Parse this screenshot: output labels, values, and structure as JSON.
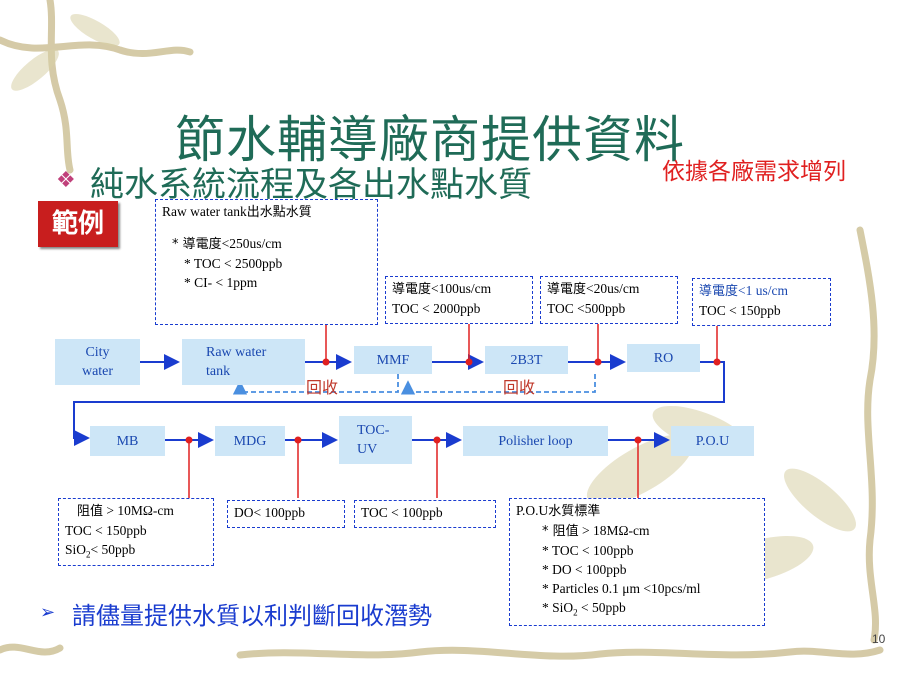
{
  "slide": {
    "title": "節水輔導廠商提供資料",
    "subtitle": "純水系統流程及各出水點水質",
    "note": "依據各廠需求增列",
    "example_label": "範例",
    "footer": "請儘量提供水質以利判斷回收潛勢",
    "page_number": "10"
  },
  "process": {
    "city_water": [
      "City",
      "water"
    ],
    "raw_water_tank": [
      "Raw water",
      "tank"
    ],
    "mmf": "MMF",
    "b2b3t": "2B3T",
    "ro": "RO",
    "mb": "MB",
    "mdg": "MDG",
    "toc_uv": [
      "TOC-",
      "UV"
    ],
    "polisher_loop": "Polisher loop",
    "pou": "P.O.U",
    "recycle_1": "回收",
    "recycle_2": "回收"
  },
  "specs": {
    "raw_tank": {
      "head_en": "Raw water tank",
      "head_cjk": "出水點水質",
      "line1_cjk": "* 導電度",
      "line1_en": "<250us/cm",
      "line2": "* TOC < 2500ppb",
      "line3": "* CI- < 1ppm"
    },
    "mmf": {
      "l1_cjk": "導電度",
      "l1_en": "<100us/cm",
      "l2": "TOC < 2000ppb"
    },
    "b2b3t": {
      "l1_cjk": "導電度",
      "l1_en": "<20us/cm",
      "l2": "TOC <500ppb"
    },
    "ro": {
      "l1_cjk": "導電度",
      "l1_en": "<1 us/cm",
      "l2": "TOC < 150ppb"
    },
    "mb": {
      "l1_cjk": "阻值",
      "l1_en": " > 10MΩ-cm",
      "l2": "TOC < 150ppb",
      "l3_a": "SiO",
      "l3_sub": "2",
      "l3_b": "< 50ppb"
    },
    "mdg": {
      "l1": "DO< 100ppb"
    },
    "tocuv": {
      "l1": "TOC < 100ppb"
    },
    "pou": {
      "head_en": "P.O.U",
      "head_cjk": "水質標準",
      "l1_cjk": "* 阻值",
      "l1_en": " > 18MΩ-cm",
      "l2": "* TOC < 100ppb",
      "l3": "* DO < 100ppb",
      "l4": "* Particles  0.1 μm <10pcs/ml",
      "l5_a": "* SiO",
      "l5_sub": "2",
      "l5_b": " < 50ppb"
    }
  },
  "colors": {
    "title": "#1f6b57",
    "note": "#e02020",
    "box_fill": "#cde6f7",
    "dash": "#1a3ccf",
    "flow": "#1a3ccf",
    "tap": "#e02020"
  }
}
